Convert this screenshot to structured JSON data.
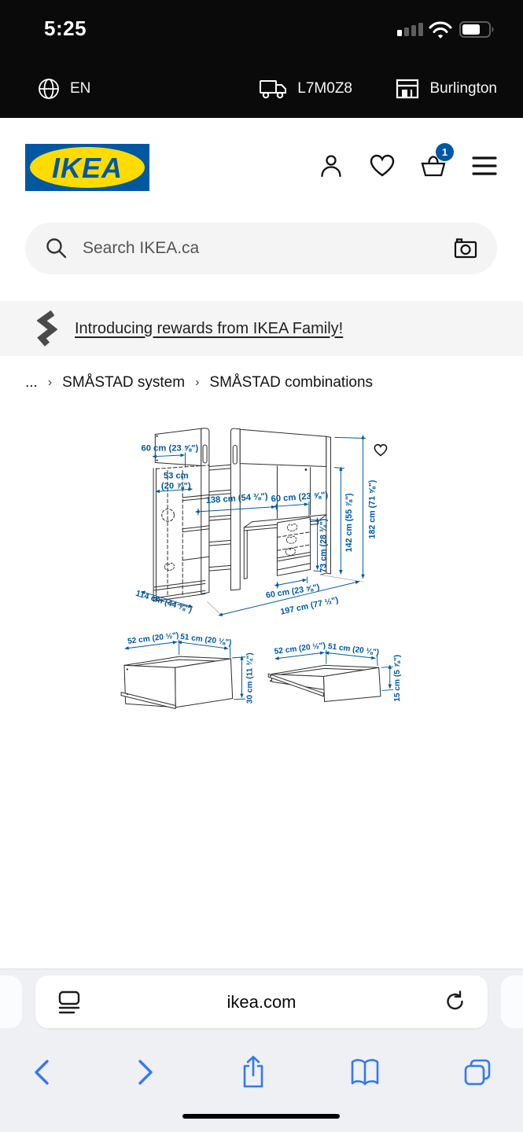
{
  "status_bar": {
    "time": "5:25"
  },
  "utility_bar": {
    "language": "EN",
    "delivery_postal_code": "L7M0Z8",
    "store": "Burlington"
  },
  "header": {
    "logo_text": "IKEA",
    "logo_registered": "®",
    "cart_badge_count": "1"
  },
  "search": {
    "placeholder": "Search IKEA.ca"
  },
  "family_banner": {
    "link_text": "Introducing rewards from IKEA Family!"
  },
  "breadcrumb": {
    "ellipsis": "...",
    "separator": "›",
    "items": [
      "SMÅSTAD system",
      "SMÅSTAD combinations"
    ]
  },
  "diagram": {
    "dim_top_width": "60 cm (23 ⅝\")",
    "dim_wardrobe_line1": "53 cm",
    "dim_wardrobe_line2": "(20 ⅞\")",
    "dim_bed_length": "138 cm (54 ⅜\")",
    "dim_desk_width": "60 cm (23 ⅝\")",
    "dim_desk_height": "73 cm (28 ¾\")",
    "dim_clearance_height": "142 cm (55 ⅞\")",
    "dim_total_height": "182 cm (71 ⅝\")",
    "dim_drawer_unit_width": "60 cm (23 ⅝\")",
    "dim_total_length": "197 cm (77 ½\")",
    "dim_total_depth": "114 cm (44 ⅞\")"
  },
  "drawer_large": {
    "dim_depth": "52 cm (20 ½\")",
    "dim_width": "51 cm (20 ⅛\")",
    "dim_height": "30 cm (11 ¾\")"
  },
  "drawer_small": {
    "dim_depth": "52 cm (20 ½\")",
    "dim_width": "51 cm (20 ⅛\")",
    "dim_height": "15 cm (5 ⅞\")"
  },
  "browser": {
    "url": "ikea.com"
  },
  "colors": {
    "ikea_blue": "#0058A3",
    "ikea_yellow": "#FFDB00",
    "dimension_blue": "#0058A3",
    "safari_blue": "#3478F6"
  }
}
